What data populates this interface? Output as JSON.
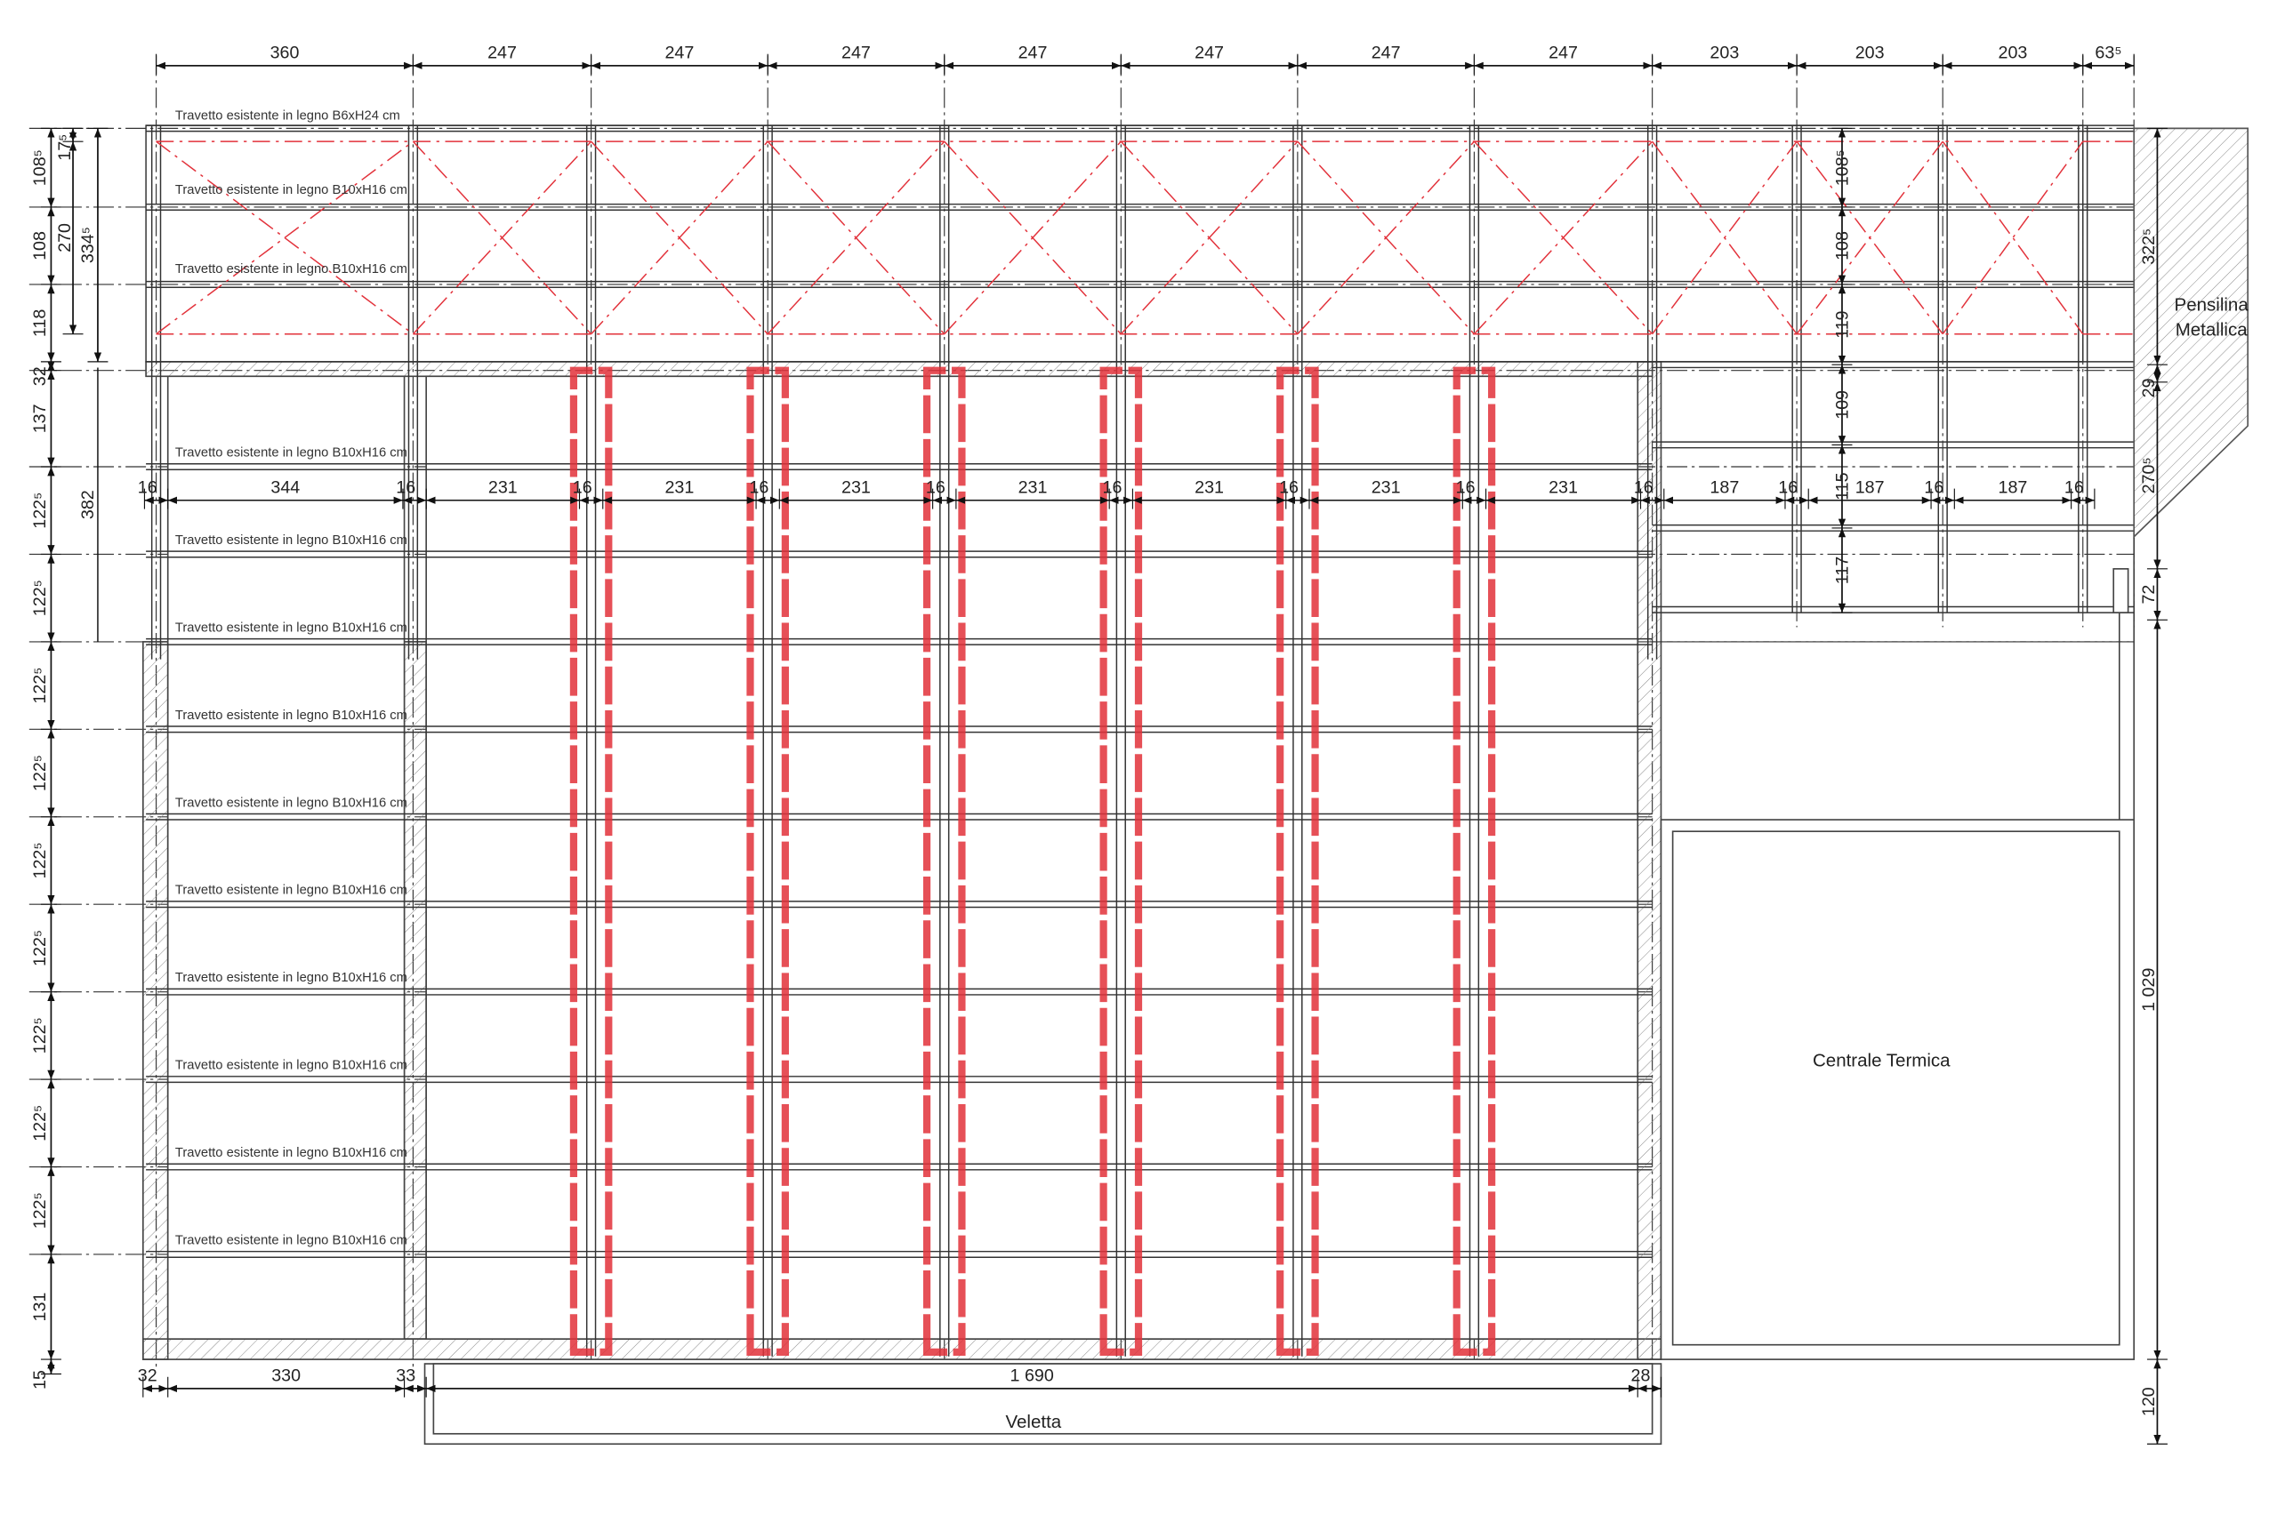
{
  "drawing": {
    "top_dims": [
      "360",
      "247",
      "247",
      "247",
      "247",
      "247",
      "247",
      "247",
      "203",
      "203",
      "203",
      "63⁵"
    ],
    "beam_labels": [
      "Travetto esistente in legno B6xH24 cm",
      "Travetto esistente in legno B10xH16 cm",
      "Travetto esistente in legno B10xH16 cm",
      "Travetto esistente in legno B10xH16 cm",
      "Travetto esistente in legno B10xH16 cm",
      "Travetto esistente in legno B10xH16 cm",
      "Travetto esistente in legno B10xH16 cm",
      "Travetto esistente in legno B10xH16 cm",
      "Travetto esistente in legno B10xH16 cm",
      "Travetto esistente in legno B10xH16 cm",
      "Travetto esistente in legno B10xH16 cm",
      "Travetto esistente in legno B10xH16 cm",
      "Travetto esistente in legno B10xH16 cm"
    ],
    "left_dims_outer": [
      "108⁵",
      "108",
      "118",
      "32",
      "137",
      "122⁵",
      "122⁵",
      "122⁵",
      "122⁵",
      "122⁵",
      "122⁵",
      "122⁵",
      "122⁵",
      "122⁵",
      "131",
      "15"
    ],
    "left_dims_inner_a": [
      "17⁵",
      "270"
    ],
    "left_dims_inner_b": [
      "334⁵",
      "382"
    ],
    "mid_dims": [
      "16",
      "344",
      "16",
      "231",
      "16",
      "231",
      "16",
      "231",
      "16",
      "231",
      "16",
      "231",
      "16",
      "231",
      "16",
      "231",
      "16",
      "187",
      "16",
      "187",
      "16",
      "187",
      "16"
    ],
    "right_inner_dims": [
      "108⁵",
      "108",
      "119",
      "109",
      "115",
      "117"
    ],
    "right_dims": [
      "322⁵",
      "29",
      "270⁵",
      "72",
      "1 029",
      "120"
    ],
    "bottom_dims": [
      "32",
      "330",
      "33",
      "1 690",
      "28"
    ],
    "labels": {
      "pensilina_line1": "Pensilina",
      "pensilina_line2": "Metallica",
      "centrale_termica": "Centrale Termica",
      "veletta": "Veletta"
    },
    "colors": {
      "bracing": "#e2313a",
      "lines": "#333333"
    }
  }
}
